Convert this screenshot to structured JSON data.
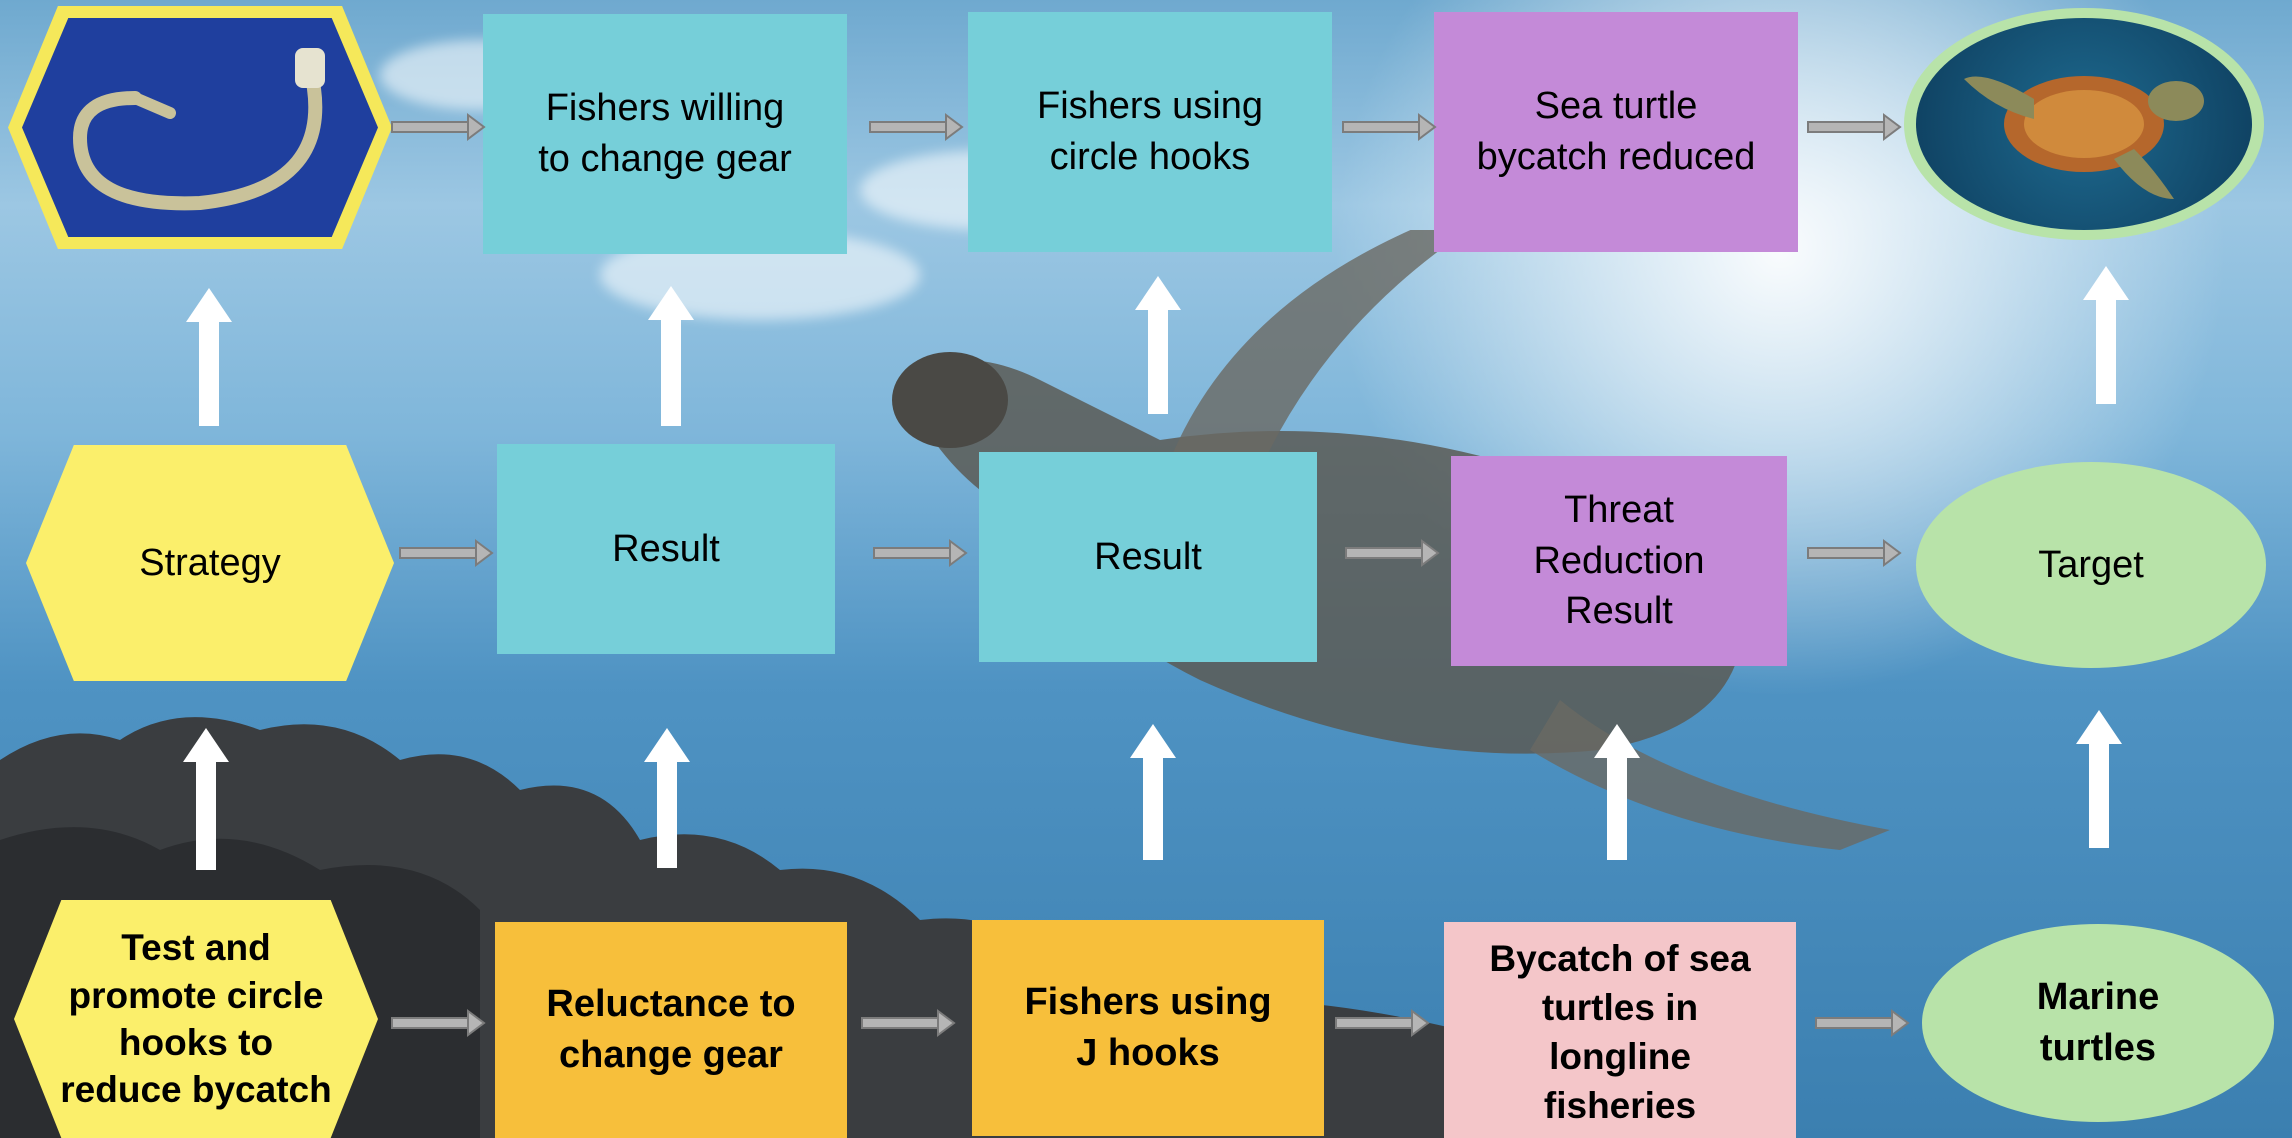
{
  "strategy_row": {
    "hook_image_label": "circle-hook-photo",
    "node1": "Fishers willing\nto change gear",
    "node2": "Fishers using\ncircle hooks",
    "node3": "Sea turtle\nbycatch reduced",
    "turtle_image_label": "sea-turtle-photo"
  },
  "legend_row": {
    "strategy": "Strategy",
    "result1": "Result",
    "result2": "Result",
    "threat_reduction": "Threat\nReduction\nResult",
    "target": "Target"
  },
  "bottom_row": {
    "strategy": "Test and\npromote circle\nhooks to\nreduce bycatch",
    "factor1": "Reluctance to\nchange gear",
    "factor2": "Fishers using\nJ hooks",
    "threat": "Bycatch of sea\nturtles in\nlongline\nfisheries",
    "target": "Marine\nturtles"
  },
  "colors": {
    "strategy": "#fbef6b",
    "result": "#76cfd9",
    "threat_reduction": "#c48ad8",
    "target": "#b8e3a9",
    "factor": "#f7bf3b",
    "threat": "#f4c6c9"
  }
}
